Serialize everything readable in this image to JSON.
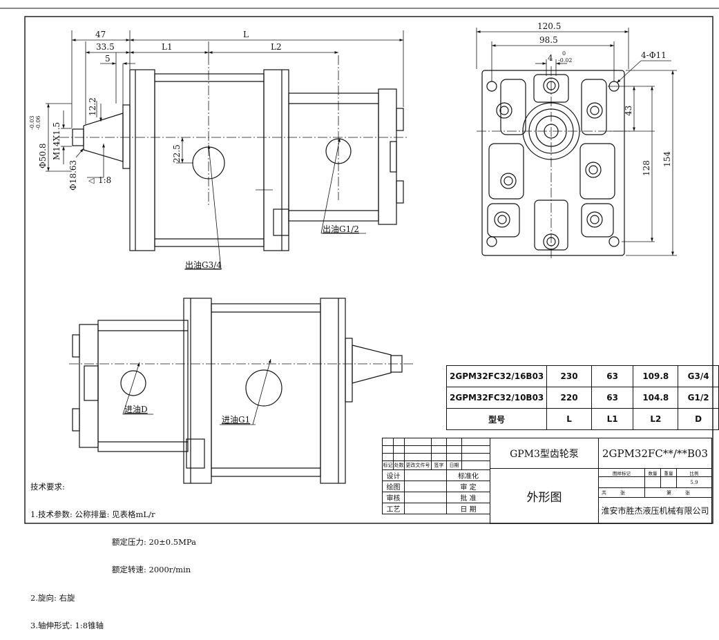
{
  "dimensions": {
    "side_view": {
      "overall_length": "L",
      "part_length_1": "L1",
      "part_length_2": "L2",
      "flange_to_shaft": "47",
      "shoulder_length": "33.5",
      "step_length": "5",
      "thread": "M14X1.5",
      "key_width": "12.2",
      "pilot_diameter": "Φ50.8",
      "pilot_tol_upper": "-0.03",
      "pilot_tol_lower": "-0.06",
      "shaft_diameter": "Φ18.63",
      "taper": "1:8",
      "port_offset": "22.5",
      "outlet_large": "出油G3/4",
      "outlet_small": "出油G1/2"
    },
    "front_view": {
      "width_outer": "120.5",
      "width_holes": "98.5",
      "key_size": "4",
      "key_tol_upper": "0",
      "key_tol_lower": "-0.02",
      "holes": "4-Φ11",
      "offset_top": "43",
      "hole_spacing": "128",
      "height": "154"
    },
    "bottom_view": {
      "inlet_small": "进油D",
      "inlet_large": "进油G1"
    }
  },
  "spec_table": {
    "rows": [
      {
        "model": "2GPM32FC32/16B03",
        "L": "230",
        "L1": "63",
        "L2": "109.8",
        "D": "G3/4"
      },
      {
        "model": "2GPM32FC32/10B03",
        "L": "220",
        "L1": "63",
        "L2": "104.8",
        "D": "G1/2"
      }
    ],
    "header": {
      "model": "型号",
      "L": "L",
      "L1": "L1",
      "L2": "L2",
      "D": "D"
    }
  },
  "title_block": {
    "product_name": "GPM3型齿轮泵",
    "drawing_number": "2GPM32FC**/**B03",
    "drawing_title": "外形图",
    "company": "淮安市胜杰液压机械有限公司",
    "rev_headers": [
      "标记",
      "处数",
      "更改文件号",
      "签字",
      "日期"
    ],
    "roles_left": [
      "设计",
      "绘图",
      "审核",
      "工艺"
    ],
    "roles_right": [
      "标准化",
      "审 定",
      "批 准",
      "日 期"
    ],
    "mark_headers": [
      "图样标记",
      "数量",
      "重量",
      "比例"
    ],
    "scale_value": "5.9",
    "sheet_texts": [
      "共",
      "张",
      "第",
      "张"
    ]
  },
  "notes": {
    "title": "技术要求:",
    "line1": "1.技术参数: 公称排量: 见表格mL/r",
    "line2": "额定压力: 20±0.5MPa",
    "line3": "额定转速: 2000r/min",
    "line4": "2.旋向: 右旋",
    "line5": "3.轴伸形式: 1:8锥轴"
  }
}
